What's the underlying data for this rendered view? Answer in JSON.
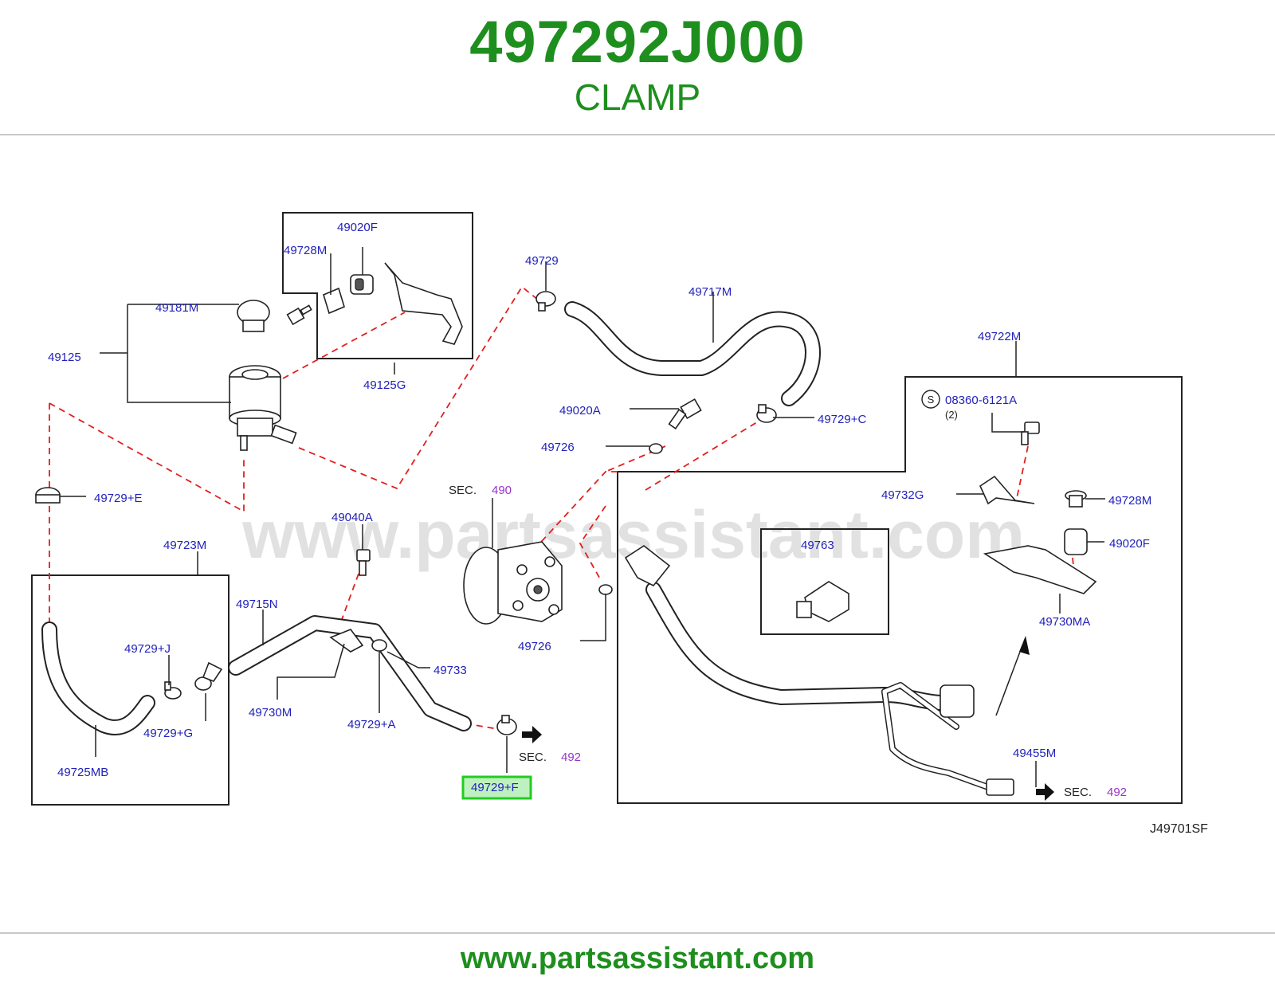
{
  "header": {
    "part_number": "497292J000",
    "part_name": "CLAMP"
  },
  "diagram": {
    "watermark": "www.partsassistant.com",
    "diagram_code": "J49701SF",
    "labels": {
      "l_49020F_top": "49020F",
      "l_49728M_top": "49728M",
      "l_49181M": "49181M",
      "l_49125": "49125",
      "l_49125G": "49125G",
      "l_49729": "49729",
      "l_49717M": "49717M",
      "l_49722M": "49722M",
      "l_49020A": "49020A",
      "l_49729C": "49729+C",
      "l_08360": "08360-6121A",
      "l_08360_qty": "(2)",
      "l_s_symbol": "S",
      "l_49726_top": "49726",
      "l_49729E": "49729+E",
      "l_sec490": "SEC.",
      "l_sec490_num": "490",
      "l_49732G": "49732G",
      "l_49728M_right": "49728M",
      "l_49040A": "49040A",
      "l_49763": "49763",
      "l_49020F_right": "49020F",
      "l_49723M": "49723M",
      "l_49715N": "49715N",
      "l_49730MA": "49730MA",
      "l_49729J": "49729+J",
      "l_49726_bottom": "49726",
      "l_49733": "49733",
      "l_49730M": "49730M",
      "l_49729G": "49729+G",
      "l_49729A": "49729+A",
      "l_sec492_a": "SEC.",
      "l_sec492_a_num": "492",
      "l_49455M": "49455M",
      "l_49725MB": "49725MB",
      "l_49729F": "49729+F",
      "l_sec492_b": "SEC.",
      "l_sec492_b_num": "492"
    }
  },
  "footer": {
    "url": "www.partsassistant.com"
  },
  "colors": {
    "brand_green": "#1e8f1e",
    "label_blue": "#2222bb",
    "section_purple": "#9933cc",
    "dashed_red": "#e02020",
    "highlight_green": "#22cc22"
  }
}
